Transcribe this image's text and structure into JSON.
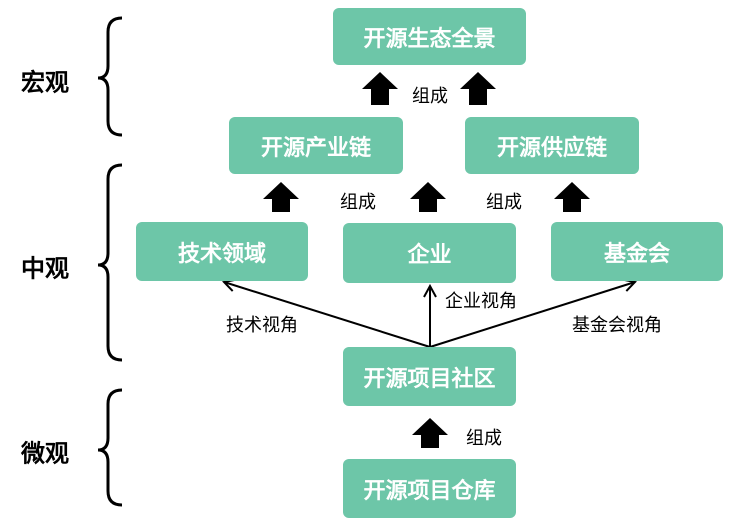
{
  "levels": {
    "macro": "宏观",
    "meso": "中观",
    "micro": "微观"
  },
  "nodes": {
    "panorama": "开源生态全景",
    "industry_chain": "开源产业链",
    "supply_chain": "开源供应链",
    "tech_domain": "技术领域",
    "enterprise": "企业",
    "foundation": "基金会",
    "community": "开源项目社区",
    "repository": "开源项目仓库"
  },
  "edge_labels": {
    "compose_top": "组成",
    "compose_mid_left": "组成",
    "compose_mid_right": "组成",
    "compose_bottom": "组成",
    "tech_view": "技术视角",
    "enterprise_view": "企业视角",
    "foundation_view": "基金会视角"
  },
  "colors": {
    "node_fill": "#6dc6a8",
    "node_text": "#ffffff",
    "arrow": "#000000"
  }
}
